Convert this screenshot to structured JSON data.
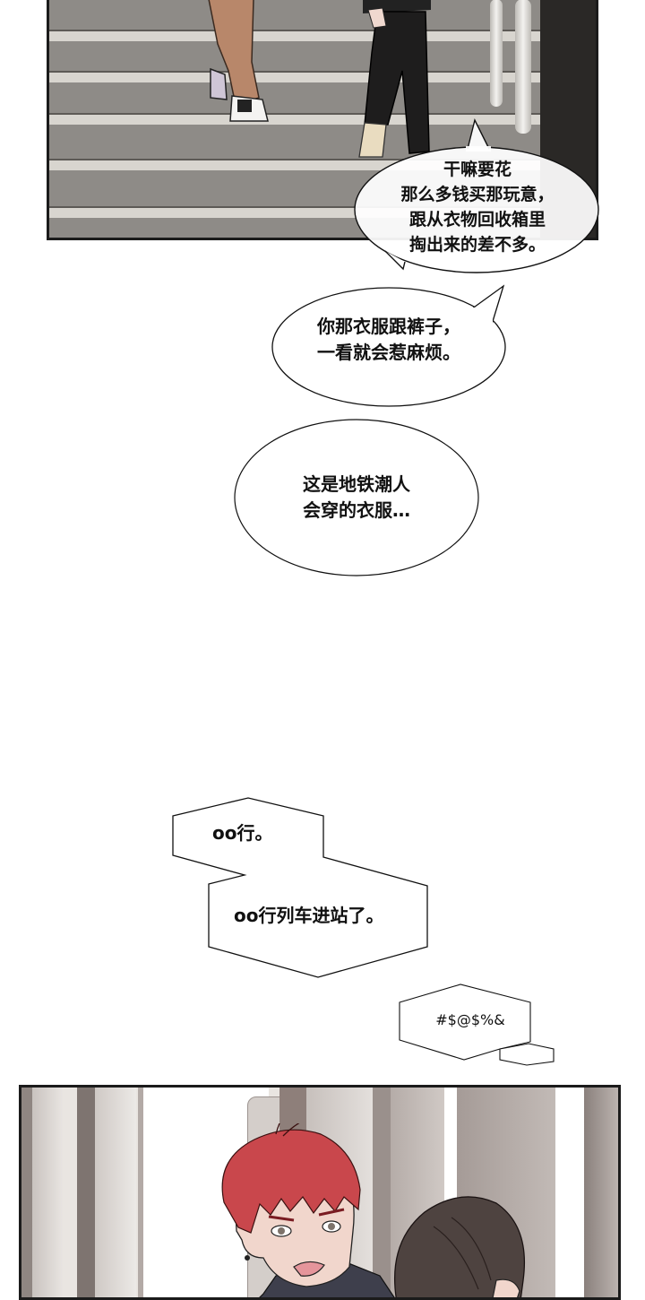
{
  "page": {
    "type": "webtoon-page",
    "background": "#ffffff"
  },
  "panels": [
    {
      "id": "panel-stairs",
      "scene": "two people walking down subway station stairs",
      "colors": {
        "stairs": "#8e8b87",
        "stair_edge": "#d8d5cf",
        "trousers_tan": "#b8876a",
        "trousers_black": "#1e1d1d",
        "rail": "#e6e4e0",
        "wall": "#2a2826"
      }
    },
    {
      "id": "panel-subway",
      "scene": "red-haired man and dark-haired man inside subway car",
      "colors": {
        "red_hair": "#c9474c",
        "dark_hair": "#4e4340",
        "skin": "#f1d6cc",
        "car_interior": "#b5aca8",
        "window": "#ffffff",
        "jacket": "#3e3f4c"
      }
    }
  ],
  "bubbles": [
    {
      "id": "bubble-1",
      "shape": "oval-speech",
      "lines": "干嘛要花\n那么多钱买那玩意，\n跟从衣物回收箱里\n掏出来的差不多。"
    },
    {
      "id": "bubble-2",
      "shape": "oval-speech",
      "lines": "你那衣服跟裤子，\n一看就会惹麻烦。"
    },
    {
      "id": "bubble-3",
      "shape": "oval",
      "lines": "这是地铁潮人\n会穿的衣服…"
    },
    {
      "id": "announcement-1",
      "shape": "hexagon-announcement",
      "lines": "oo行。"
    },
    {
      "id": "announcement-2",
      "shape": "hexagon-announcement",
      "lines": "oo行列车进站了。"
    },
    {
      "id": "grumble",
      "shape": "hexagon-small",
      "lines": "#$@$%&"
    }
  ]
}
